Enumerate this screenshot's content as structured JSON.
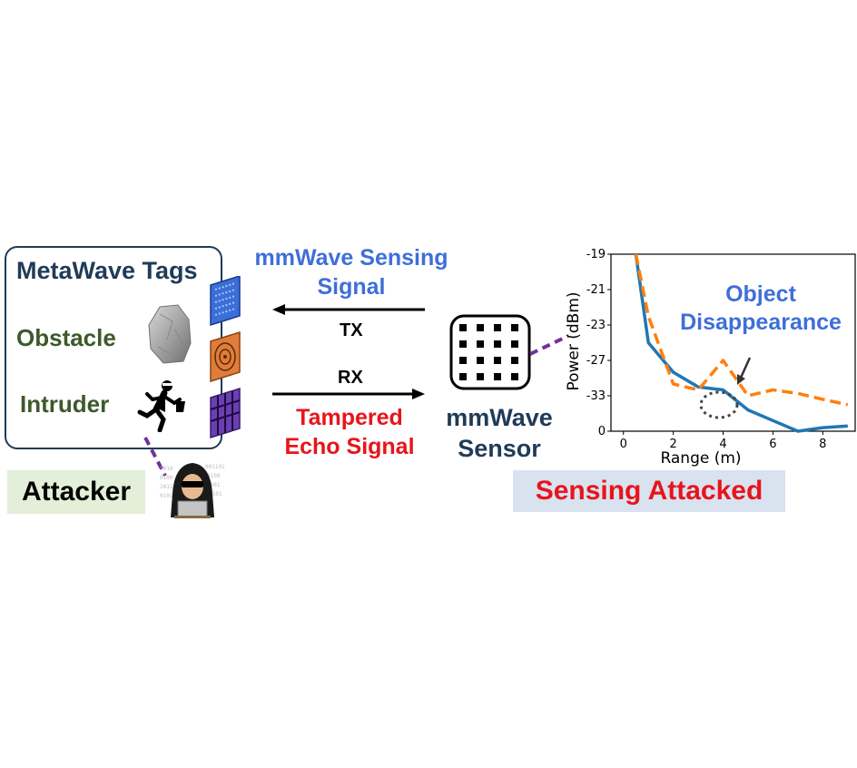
{
  "tags_panel": {
    "title": "MetaWave Tags",
    "obstacle_label": "Obstacle",
    "intruder_label": "Intruder"
  },
  "signal": {
    "sensing_line1": "mmWave Sensing",
    "sensing_line2": "Signal",
    "tx_label": "TX",
    "rx_label": "RX",
    "echo_line1": "Tampered",
    "echo_line2": "Echo Signal"
  },
  "sensor": {
    "line1": "mmWave",
    "line2": "Sensor"
  },
  "attacker_label": "Attacker",
  "attacked_label": "Sensing Attacked",
  "colors": {
    "dark_blue": "#1f3b57",
    "blue": "#3f6fd8",
    "red": "#e8141b",
    "green": "#3d5a2a",
    "series_blue": "#1f77b4",
    "series_orange": "#ff7f0e",
    "connector_purple": "#7030a0"
  },
  "chart_data": {
    "type": "line",
    "title": "",
    "xlabel": "Range (m)",
    "ylabel": "Power (dBm)",
    "xlim": [
      -0.5,
      9.3
    ],
    "x_ticks": [
      "0",
      "2",
      "4",
      "6",
      "8"
    ],
    "y_ticks": [
      "-19",
      "-21",
      "-23",
      "-27",
      "-33",
      "0"
    ],
    "grid": false,
    "annotation": [
      "Object",
      "Disappearance"
    ],
    "series": [
      {
        "color": "#1f77b4",
        "style": "solid",
        "x": [
          0.5,
          1,
          2,
          3,
          4,
          5,
          6,
          7,
          8,
          9
        ],
        "y": [
          -19,
          -25,
          -29,
          -31.5,
          -32,
          -33.8,
          -34.4,
          -35,
          -34.8,
          -34.7
        ]
      },
      {
        "color": "#ff7f0e",
        "style": "dashed",
        "x": [
          0.5,
          1,
          2,
          3,
          4,
          5,
          6,
          7,
          8,
          9
        ],
        "y": [
          -19,
          -22.5,
          -31,
          -32,
          -27,
          -33,
          -32,
          -32.6,
          -33.2,
          -33.5
        ]
      }
    ]
  }
}
